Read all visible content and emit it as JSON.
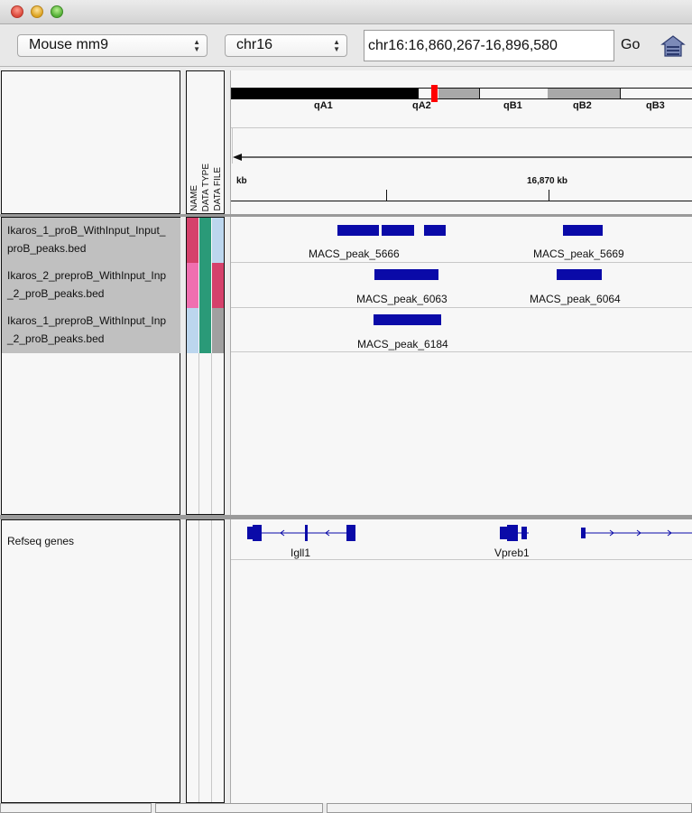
{
  "toolbar": {
    "genome": "Mouse mm9",
    "chromosome": "chr16",
    "locus": "chr16:16,860,267-16,896,580",
    "go_label": "Go"
  },
  "attribute_headers": [
    "NAME",
    "DATA TYPE",
    "DATA FILE"
  ],
  "ideogram": {
    "bands": [
      "qA1",
      "qA2",
      "qB1",
      "qB2",
      "qB3"
    ]
  },
  "ruler": {
    "unit": "kb",
    "tick_label": "16,870 kb"
  },
  "tracks": [
    {
      "label_line1": "Ikaros_1_proB_WithInput_Input_",
      "label_line2": "proB_peaks.bed",
      "features": [
        "MACS_peak_5666",
        "MACS_peak_5669"
      ],
      "attr_colors": [
        "#d5416b",
        "#2a9a78",
        "#bcd6ee"
      ]
    },
    {
      "label_line1": "Ikaros_2_preproB_WithInput_Inp",
      "label_line2": "_2_proB_peaks.bed",
      "features": [
        "MACS_peak_6063",
        "MACS_peak_6064"
      ],
      "attr_colors": [
        "#f06fb0",
        "#2a9a78",
        "#d5416b"
      ]
    },
    {
      "label_line1": "Ikaros_1_preproB_WithInput_Inp",
      "label_line2": "_2_proB_peaks.bed",
      "features": [
        "MACS_peak_6184"
      ],
      "attr_colors": [
        "#bcd6ee",
        "#2a9a78",
        "#a0a0a0"
      ]
    }
  ],
  "feature_panel": {
    "track_name": "Refseq genes",
    "genes": [
      "Igll1",
      "Vpreb1"
    ]
  },
  "colors": {
    "feature": "#0a0aa8",
    "label_bg": "#c0c0c0",
    "ideogram_marker": "#ff0000"
  }
}
